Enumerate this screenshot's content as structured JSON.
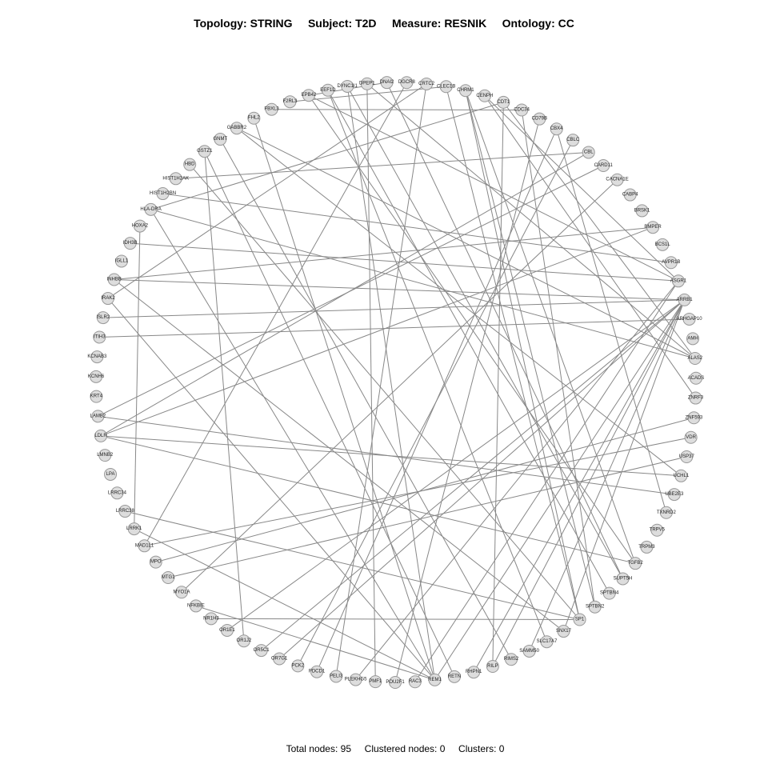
{
  "header": {
    "title": "Topology: STRING     Subject: T2D     Measure: RESNIK     Ontology: CC"
  },
  "footer": {
    "stats": "Total nodes: 95     Clustered nodes: 0     Clusters: 0"
  },
  "colors": {
    "node_fill": "#dddddd",
    "node_stroke": "#999999",
    "edge": "#888888"
  },
  "nodes": [
    "ACADS",
    "ZNRF3",
    "ZNF593",
    "VDR",
    "USP37",
    "UCHL1",
    "UBE2E3",
    "TXNRD2",
    "TRPV5",
    "TRPM3",
    "TGFB2",
    "SUPT5H",
    "SPTBN4",
    "SPTBN2",
    "SP1",
    "SNX17",
    "SLC17A7",
    "SAMM50",
    "RIMS2",
    "RILP",
    "RHPN1",
    "RETN",
    "REM1",
    "RAC3",
    "POU2F1",
    "PMF1",
    "PLEKHG5",
    "PELI3",
    "PDCD1",
    "PCK2",
    "OR7G1",
    "OR5C1",
    "OR1J2",
    "OR1E1",
    "NR1H3",
    "NFKBIE",
    "MYO1A",
    "MTG1",
    "MPO",
    "MAD1L1",
    "LRRK1",
    "LRRC38",
    "LRRC34",
    "LPA",
    "LMNB2",
    "LDLR",
    "LAMB2",
    "KRT4",
    "KCNH6",
    "KCNAB3",
    "ITIH3",
    "ISLR2",
    "IRAK2",
    "INHBB",
    "IGLL1",
    "IDH3B",
    "HOXA2",
    "HLA-DRA",
    "HIST1H2BN",
    "HIST1H2AK",
    "HBD",
    "GSTZ1",
    "GNMT",
    "GABBR2",
    "FHL2",
    "FBXL3",
    "F2RL3",
    "EPB42",
    "EEF1D",
    "DYNC1I1",
    "DPEP1",
    "DNAI2",
    "DGCR8",
    "CRTC2",
    "CLEC1B",
    "CHRM1",
    "CENPH",
    "CDT1",
    "CDC34",
    "CD79B",
    "CBX4",
    "CBLC",
    "CBL",
    "CARD11",
    "CACNA1E",
    "CABP4",
    "BRSK1",
    "BMPER",
    "BCS1L",
    "AVPR1B",
    "ASGR1",
    "ARRB1",
    "ARHGAP10",
    "AMH",
    "ALAS2"
  ],
  "edges": [
    [
      "ARRB1",
      "INHBB"
    ],
    [
      "ARRB1",
      "ISLR2"
    ],
    [
      "ARRB1",
      "RHPN1"
    ],
    [
      "ARRB1",
      "SAMM50"
    ],
    [
      "ARRB1",
      "SNX17"
    ],
    [
      "ARRB1",
      "RILP"
    ],
    [
      "ARRB1",
      "OR7G1"
    ],
    [
      "ARRB1",
      "OR5C1"
    ],
    [
      "ARRB1",
      "OR1E1"
    ],
    [
      "ARRB1",
      "REM1"
    ],
    [
      "ALAS2",
      "HLA-DRA"
    ],
    [
      "ALAS2",
      "GABBR2"
    ],
    [
      "ALAS2",
      "DPEP1"
    ],
    [
      "ALAS2",
      "CDT1"
    ],
    [
      "ASGR1",
      "EPB42"
    ],
    [
      "ASGR1",
      "CENPH"
    ],
    [
      "ASGR1",
      "PLEKHG5"
    ],
    [
      "AVPR1B",
      "HIST1H2BN"
    ],
    [
      "BMPER",
      "INHBB"
    ],
    [
      "BMPER",
      "LDLR"
    ],
    [
      "ITIH3",
      "ARHGAP10"
    ],
    [
      "CACNA1E",
      "MYO1A"
    ],
    [
      "CARD11",
      "LAMB2"
    ],
    [
      "CBL",
      "LDLR"
    ],
    [
      "CBL",
      "HIST1H2AK"
    ],
    [
      "CBLC",
      "PCK2"
    ],
    [
      "CBX4",
      "PDCD1"
    ],
    [
      "CD79B",
      "POU2F1"
    ],
    [
      "CDC34",
      "FBXL3"
    ],
    [
      "CDC34",
      "SPTBN2"
    ],
    [
      "CHRM1",
      "TGFB2"
    ],
    [
      "CHRM1",
      "SP1"
    ],
    [
      "CLEC1B",
      "F2RL3"
    ],
    [
      "CRTC2",
      "IRAK2"
    ],
    [
      "DGCR8",
      "MAD1L1"
    ],
    [
      "DYNC1I1",
      "SUPT5H"
    ],
    [
      "DYNC1I1",
      "REM1"
    ],
    [
      "EEF1D",
      "SLC17A7"
    ],
    [
      "EEF1D",
      "SPTBN4"
    ],
    [
      "FHL2",
      "REM1"
    ],
    [
      "GNMT",
      "RIMS2"
    ],
    [
      "GSTZ1",
      "OR1J2"
    ],
    [
      "GSTZ1",
      "RETN"
    ],
    [
      "HBD",
      "SP1"
    ],
    [
      "HLA-DRA",
      "REM1"
    ],
    [
      "HOXA2",
      "LRRK1"
    ],
    [
      "LAMB2",
      "UBE2E3"
    ],
    [
      "LDLR",
      "UCHL1"
    ],
    [
      "LDLR",
      "TGFB2"
    ],
    [
      "LRRK1",
      "REM1"
    ],
    [
      "LRRC38",
      "SP1"
    ],
    [
      "MPO",
      "ZNF593"
    ],
    [
      "MTG1",
      "USP37"
    ],
    [
      "NFKBIE",
      "REM1"
    ],
    [
      "NR1H3",
      "SP1"
    ],
    [
      "PELI3",
      "CRTC2"
    ],
    [
      "PMF1",
      "DPEP1"
    ],
    [
      "RAC3",
      "ASGR1"
    ],
    [
      "REM1",
      "IRAK2"
    ],
    [
      "RILP",
      "CDT1"
    ],
    [
      "SP1",
      "CLEC1B"
    ],
    [
      "SPTBN2",
      "CHRM1"
    ],
    [
      "TGFB2",
      "EPB42"
    ],
    [
      "TXNRD2",
      "CBX4"
    ],
    [
      "SUPT5H",
      "DNAI2"
    ],
    [
      "IDH3B",
      "ASGR1"
    ],
    [
      "INHBB",
      "SNX17"
    ],
    [
      "VDR",
      "MAD1L1"
    ],
    [
      "HLA-DRA",
      "CDT1"
    ],
    [
      "ZNRF3",
      "CENPH"
    ],
    [
      "GABBR2",
      "UCHL1"
    ],
    [
      "EPB42",
      "DNAI2"
    ]
  ]
}
